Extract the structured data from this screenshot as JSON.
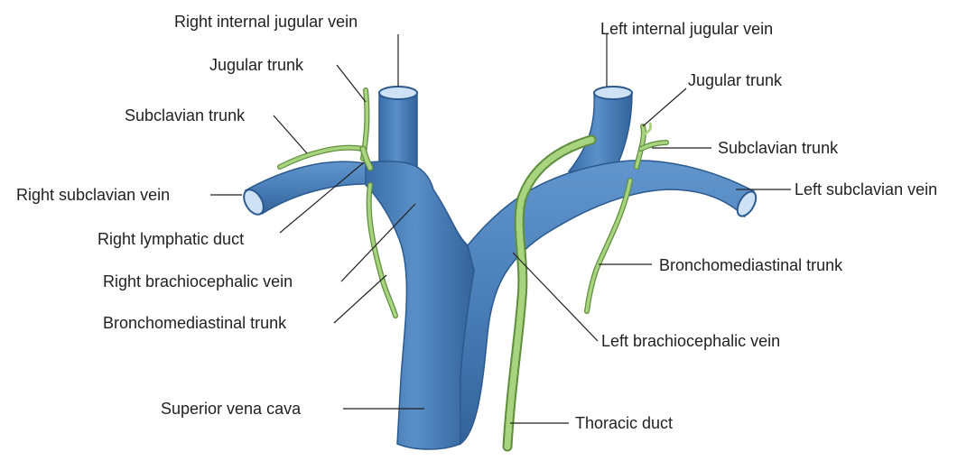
{
  "labels": {
    "right_internal_jugular_vein": "Right internal jugular vein",
    "jugular_trunk_right": "Jugular trunk",
    "subclavian_trunk_right": "Subclavian trunk",
    "right_subclavian_vein": "Right subclavian vein",
    "right_lymphatic_duct": "Right lymphatic duct",
    "right_brachiocephalic_vein": "Right brachiocephalic vein",
    "bronchomediastinal_trunk_right": "Bronchomediastinal trunk",
    "superior_vena_cava": "Superior vena cava",
    "left_internal_jugular_vein": "Left internal jugular vein",
    "jugular_trunk_left": "Jugular trunk",
    "subclavian_trunk_left": "Subclavian trunk",
    "left_subclavian_vein": "Left subclavian vein",
    "bronchomediastinal_trunk_left": "Bronchomediastinal trunk",
    "left_brachiocephalic_vein": "Left brachiocephalic vein",
    "thoracic_duct": "Thoracic duct"
  },
  "colors": {
    "vein_fill": "#4a7eb8",
    "vein_dark": "#2c5a8e",
    "vein_light": "#6f9fd2",
    "vein_lumen": "#cfe2f5",
    "lymph_fill": "#a9d47f",
    "lymph_dark": "#5f8f3e",
    "text": "#231f20"
  }
}
